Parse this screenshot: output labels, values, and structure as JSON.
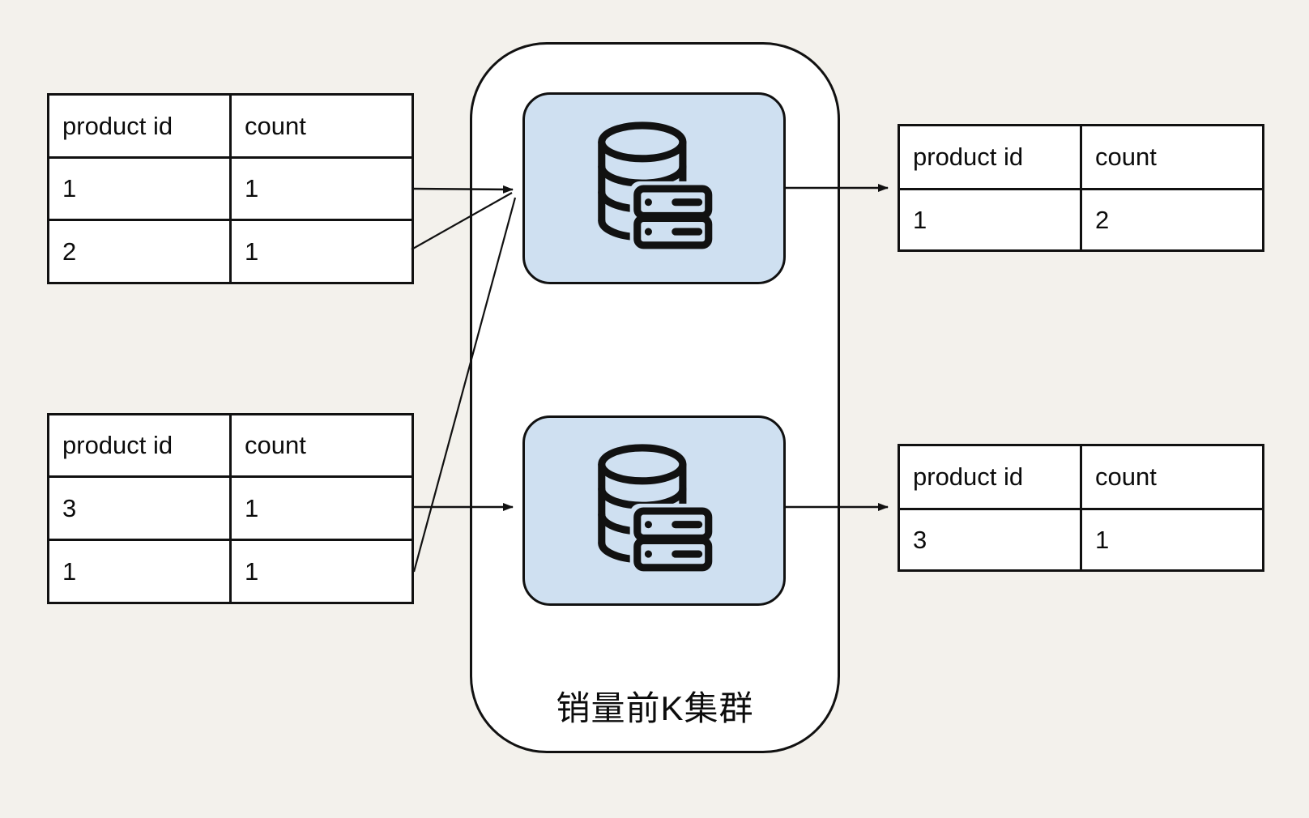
{
  "colors": {
    "background": "#f3f1ec",
    "node_fill": "#cfe0f1",
    "stroke": "#111111",
    "surface": "#ffffff"
  },
  "cluster": {
    "label": "销量前K集群",
    "nodes": [
      {
        "icon": "database-server-icon"
      },
      {
        "icon": "database-server-icon"
      }
    ]
  },
  "tables": {
    "input_top": {
      "headers": [
        "product id",
        "count"
      ],
      "rows": [
        [
          "1",
          "1"
        ],
        [
          "2",
          "1"
        ]
      ]
    },
    "input_bottom": {
      "headers": [
        "product id",
        "count"
      ],
      "rows": [
        [
          "3",
          "1"
        ],
        [
          "1",
          "1"
        ]
      ]
    },
    "output_top": {
      "headers": [
        "product id",
        "count"
      ],
      "rows": [
        [
          "1",
          "2"
        ]
      ]
    },
    "output_bottom": {
      "headers": [
        "product id",
        "count"
      ],
      "rows": [
        [
          "3",
          "1"
        ]
      ]
    }
  }
}
